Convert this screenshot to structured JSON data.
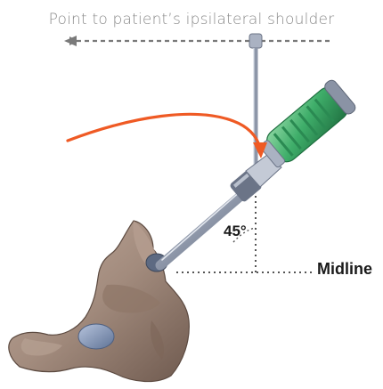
{
  "caption": "Point to patient’s ipsilateral shoulder",
  "angle_label": "45°",
  "midline_label": "Midline",
  "colors": {
    "caption_text": "#8a8a8a",
    "label_text": "#1a1a1a",
    "guide_arrow": "#7a7a7a",
    "curve_arrow": "#ef5a24",
    "handle_green": "#3fae6a",
    "handle_dark": "#24834b",
    "shaft_metal": "#9aa3b4",
    "shaft_dark": "#5f6878",
    "bone": "#a28b7d",
    "bone_dark": "#6f5a4f",
    "cup_blue": "#7f95b8"
  },
  "icons": {
    "guide_arrow": "dashed-left-arrow-icon",
    "curve_arrow": "curved-arrow-icon"
  }
}
